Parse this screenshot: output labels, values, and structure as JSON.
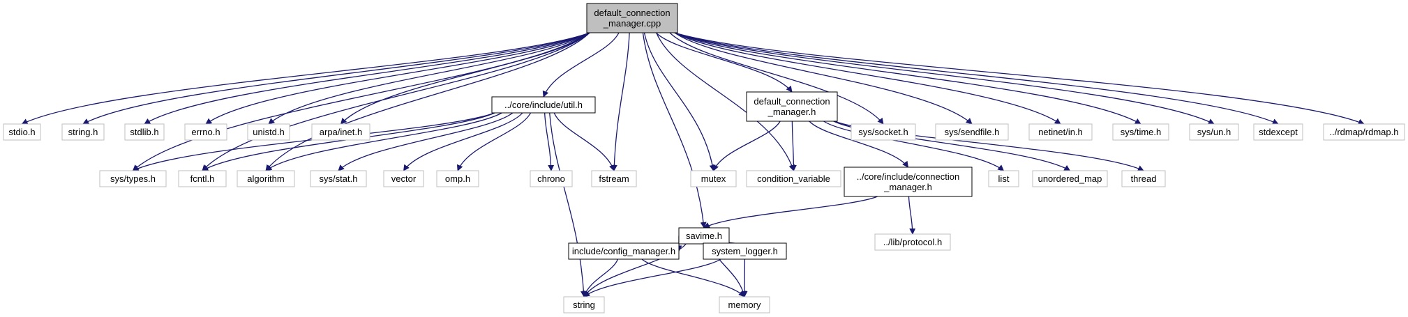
{
  "colors": {
    "edge": "#191970",
    "root_fill": "#bfbfbf",
    "root_stroke": "#000000",
    "local_stroke": "#000000",
    "external_stroke": "#bfbfbf",
    "node_fill": "#ffffff"
  },
  "nodes": [
    {
      "id": "root",
      "kind": "root",
      "lines": [
        "default_connection",
        "_manager.cpp"
      ]
    },
    {
      "id": "stdio",
      "kind": "external",
      "lines": [
        "stdio.h"
      ]
    },
    {
      "id": "string_h",
      "kind": "external",
      "lines": [
        "string.h"
      ]
    },
    {
      "id": "stdlib",
      "kind": "external",
      "lines": [
        "stdlib.h"
      ]
    },
    {
      "id": "errno",
      "kind": "external",
      "lines": [
        "errno.h"
      ]
    },
    {
      "id": "unistd",
      "kind": "external",
      "lines": [
        "unistd.h"
      ]
    },
    {
      "id": "arpa",
      "kind": "external",
      "lines": [
        "arpa/inet.h"
      ]
    },
    {
      "id": "util",
      "kind": "local",
      "lines": [
        "../core/include/util.h"
      ]
    },
    {
      "id": "dcm_h",
      "kind": "local",
      "lines": [
        "default_connection",
        "_manager.h"
      ]
    },
    {
      "id": "socket",
      "kind": "external",
      "lines": [
        "sys/socket.h"
      ]
    },
    {
      "id": "sendfile",
      "kind": "external",
      "lines": [
        "sys/sendfile.h"
      ]
    },
    {
      "id": "netinet",
      "kind": "external",
      "lines": [
        "netinet/in.h"
      ]
    },
    {
      "id": "systime",
      "kind": "external",
      "lines": [
        "sys/time.h"
      ]
    },
    {
      "id": "sysun",
      "kind": "external",
      "lines": [
        "sys/un.h"
      ]
    },
    {
      "id": "stdexcept",
      "kind": "external",
      "lines": [
        "stdexcept"
      ]
    },
    {
      "id": "rdmap",
      "kind": "external",
      "lines": [
        "../rdmap/rdmap.h"
      ]
    },
    {
      "id": "types",
      "kind": "external",
      "lines": [
        "sys/types.h"
      ]
    },
    {
      "id": "fcntl",
      "kind": "external",
      "lines": [
        "fcntl.h"
      ]
    },
    {
      "id": "algorithm",
      "kind": "external",
      "lines": [
        "algorithm"
      ]
    },
    {
      "id": "stat",
      "kind": "external",
      "lines": [
        "sys/stat.h"
      ]
    },
    {
      "id": "vector",
      "kind": "external",
      "lines": [
        "vector"
      ]
    },
    {
      "id": "omp",
      "kind": "external",
      "lines": [
        "omp.h"
      ]
    },
    {
      "id": "chrono",
      "kind": "external",
      "lines": [
        "chrono"
      ]
    },
    {
      "id": "fstream",
      "kind": "external",
      "lines": [
        "fstream"
      ]
    },
    {
      "id": "mutex",
      "kind": "external",
      "lines": [
        "mutex"
      ]
    },
    {
      "id": "condvar",
      "kind": "external",
      "lines": [
        "condition_variable"
      ]
    },
    {
      "id": "cm_h",
      "kind": "local",
      "lines": [
        "../core/include/connection",
        "_manager.h"
      ]
    },
    {
      "id": "list",
      "kind": "external",
      "lines": [
        "list"
      ]
    },
    {
      "id": "umap",
      "kind": "external",
      "lines": [
        "unordered_map"
      ]
    },
    {
      "id": "thread",
      "kind": "external",
      "lines": [
        "thread"
      ]
    },
    {
      "id": "savime",
      "kind": "local",
      "lines": [
        "savime.h"
      ]
    },
    {
      "id": "protocol",
      "kind": "external",
      "lines": [
        "../lib/protocol.h"
      ]
    },
    {
      "id": "config",
      "kind": "local",
      "lines": [
        "include/config_manager.h"
      ]
    },
    {
      "id": "logger",
      "kind": "local",
      "lines": [
        "system_logger.h"
      ]
    },
    {
      "id": "string",
      "kind": "external",
      "lines": [
        "string"
      ]
    },
    {
      "id": "memory",
      "kind": "external",
      "lines": [
        "memory"
      ]
    }
  ],
  "edges": [
    [
      "root",
      "stdio"
    ],
    [
      "root",
      "string_h"
    ],
    [
      "root",
      "stdlib"
    ],
    [
      "root",
      "errno"
    ],
    [
      "root",
      "unistd"
    ],
    [
      "root",
      "arpa"
    ],
    [
      "root",
      "util"
    ],
    [
      "root",
      "dcm_h"
    ],
    [
      "root",
      "socket"
    ],
    [
      "root",
      "sendfile"
    ],
    [
      "root",
      "netinet"
    ],
    [
      "root",
      "systime"
    ],
    [
      "root",
      "sysun"
    ],
    [
      "root",
      "stdexcept"
    ],
    [
      "root",
      "rdmap"
    ],
    [
      "root",
      "types"
    ],
    [
      "root",
      "fcntl"
    ],
    [
      "root",
      "algorithm"
    ],
    [
      "root",
      "fstream"
    ],
    [
      "root",
      "mutex"
    ],
    [
      "root",
      "condvar"
    ],
    [
      "root",
      "savime"
    ],
    [
      "util",
      "types"
    ],
    [
      "util",
      "fcntl"
    ],
    [
      "util",
      "algorithm"
    ],
    [
      "util",
      "stat"
    ],
    [
      "util",
      "vector"
    ],
    [
      "util",
      "omp"
    ],
    [
      "util",
      "chrono"
    ],
    [
      "util",
      "fstream"
    ],
    [
      "util",
      "string"
    ],
    [
      "dcm_h",
      "mutex"
    ],
    [
      "dcm_h",
      "condvar"
    ],
    [
      "dcm_h",
      "cm_h"
    ],
    [
      "dcm_h",
      "list"
    ],
    [
      "dcm_h",
      "umap"
    ],
    [
      "dcm_h",
      "thread"
    ],
    [
      "cm_h",
      "savime"
    ],
    [
      "cm_h",
      "protocol"
    ],
    [
      "savime",
      "config"
    ],
    [
      "savime",
      "logger"
    ],
    [
      "savime",
      "string"
    ],
    [
      "savime",
      "memory"
    ],
    [
      "config",
      "string"
    ],
    [
      "config",
      "memory"
    ],
    [
      "logger",
      "string"
    ],
    [
      "logger",
      "memory"
    ]
  ]
}
